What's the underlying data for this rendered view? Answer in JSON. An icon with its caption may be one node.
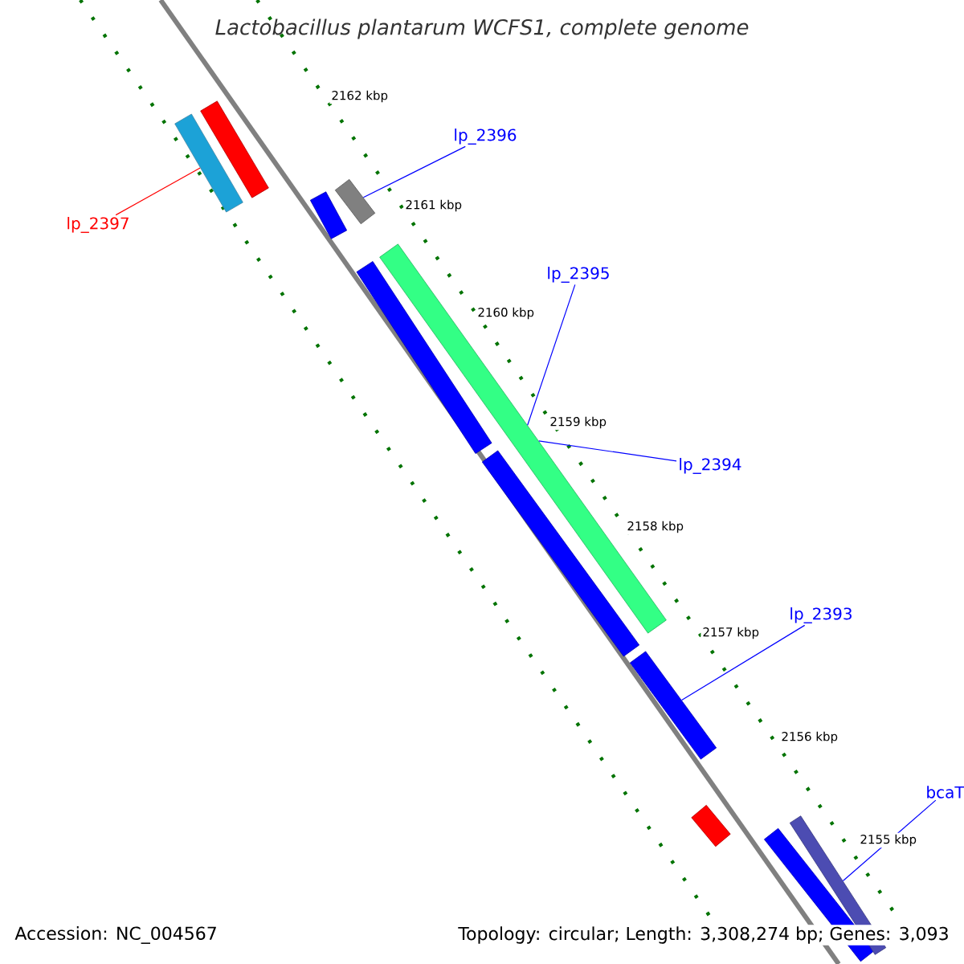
{
  "diagram": {
    "title": "Lactobacillus plantarum WCFS1, complete genome",
    "nodes": [
      {
        "text": [
          "lp_2397"
        ]
      },
      {
        "text": [
          "lp_2396"
        ]
      },
      {
        "text": [
          "lp_2395"
        ]
      },
      {
        "text": [
          "lp_2394"
        ]
      },
      {
        "text": [
          "lp_2393"
        ]
      },
      {
        "text": [
          "bcaT"
        ]
      },
      {
        "text": [],
        "shape": "bar"
      },
      {
        "text": [],
        "shape": "bar"
      },
      {
        "text": [],
        "shape": "bar"
      },
      {
        "text": [],
        "shape": "bar"
      },
      {
        "text": [],
        "shape": "bar"
      },
      {
        "text": [],
        "shape": "bar"
      },
      {
        "text": [],
        "shape": "bar"
      },
      {
        "text": [],
        "shape": "bar"
      },
      {
        "text": [],
        "shape": "bar"
      },
      {
        "text": [],
        "shape": "bar"
      },
      {
        "text": [],
        "shape": "bar"
      }
    ],
    "edges": [
      {
        "from": 0,
        "to": 6,
        "arrow": "none",
        "color": "#ff0000"
      },
      {
        "from": 1,
        "to": 9,
        "arrow": "none"
      },
      {
        "from": 2,
        "to": 11,
        "arrow": "none"
      },
      {
        "from": 3,
        "to": 11,
        "arrow": "none"
      },
      {
        "from": 4,
        "to": 13,
        "arrow": "none"
      },
      {
        "from": 5,
        "to": 16,
        "arrow": "none"
      }
    ],
    "labels": [
      "2162 kbp",
      "2161 kbp",
      "2160 kbp",
      "2159 kbp",
      "2158 kbp",
      "2157 kbp",
      "2156 kbp",
      "2155 kbp",
      "Accession: NC_004567",
      "Topology: circular; Length: 3,308,274 bp; Genes: 3,093"
    ]
  }
}
